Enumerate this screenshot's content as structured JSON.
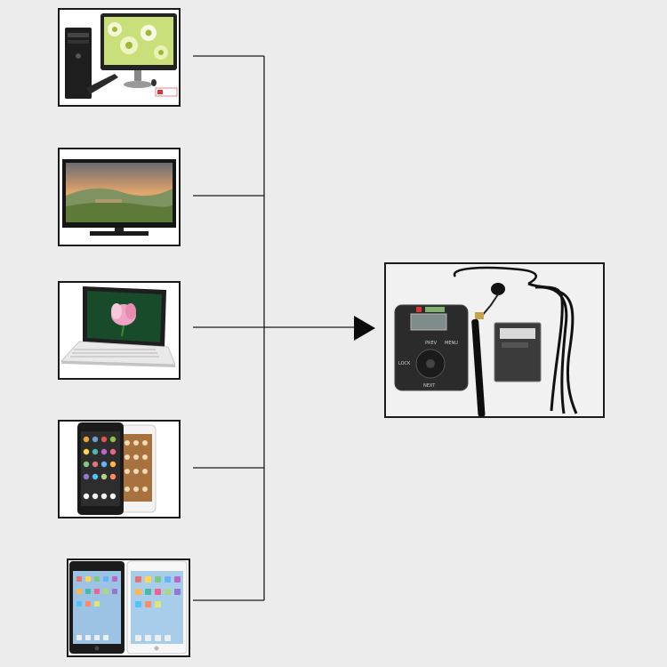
{
  "diagram": {
    "sources": [
      {
        "id": "desktop-pc",
        "icon": "desktop-computer-icon"
      },
      {
        "id": "television",
        "icon": "flat-tv-icon"
      },
      {
        "id": "laptop",
        "icon": "laptop-icon"
      },
      {
        "id": "smartphone",
        "icon": "smartphone-icon"
      },
      {
        "id": "tablet",
        "icon": "tablet-icon"
      }
    ],
    "target": {
      "id": "wireless-transmitter-kit",
      "icon": "audio-transmitter-icon"
    },
    "device_labels": {
      "prev": "PREV",
      "menu": "MENU",
      "next": "NEXT",
      "lock": "LOCK"
    },
    "colors": {
      "background": "#ececec",
      "frame_border": "#1b1b1b",
      "line": "#1b1b1b"
    }
  }
}
